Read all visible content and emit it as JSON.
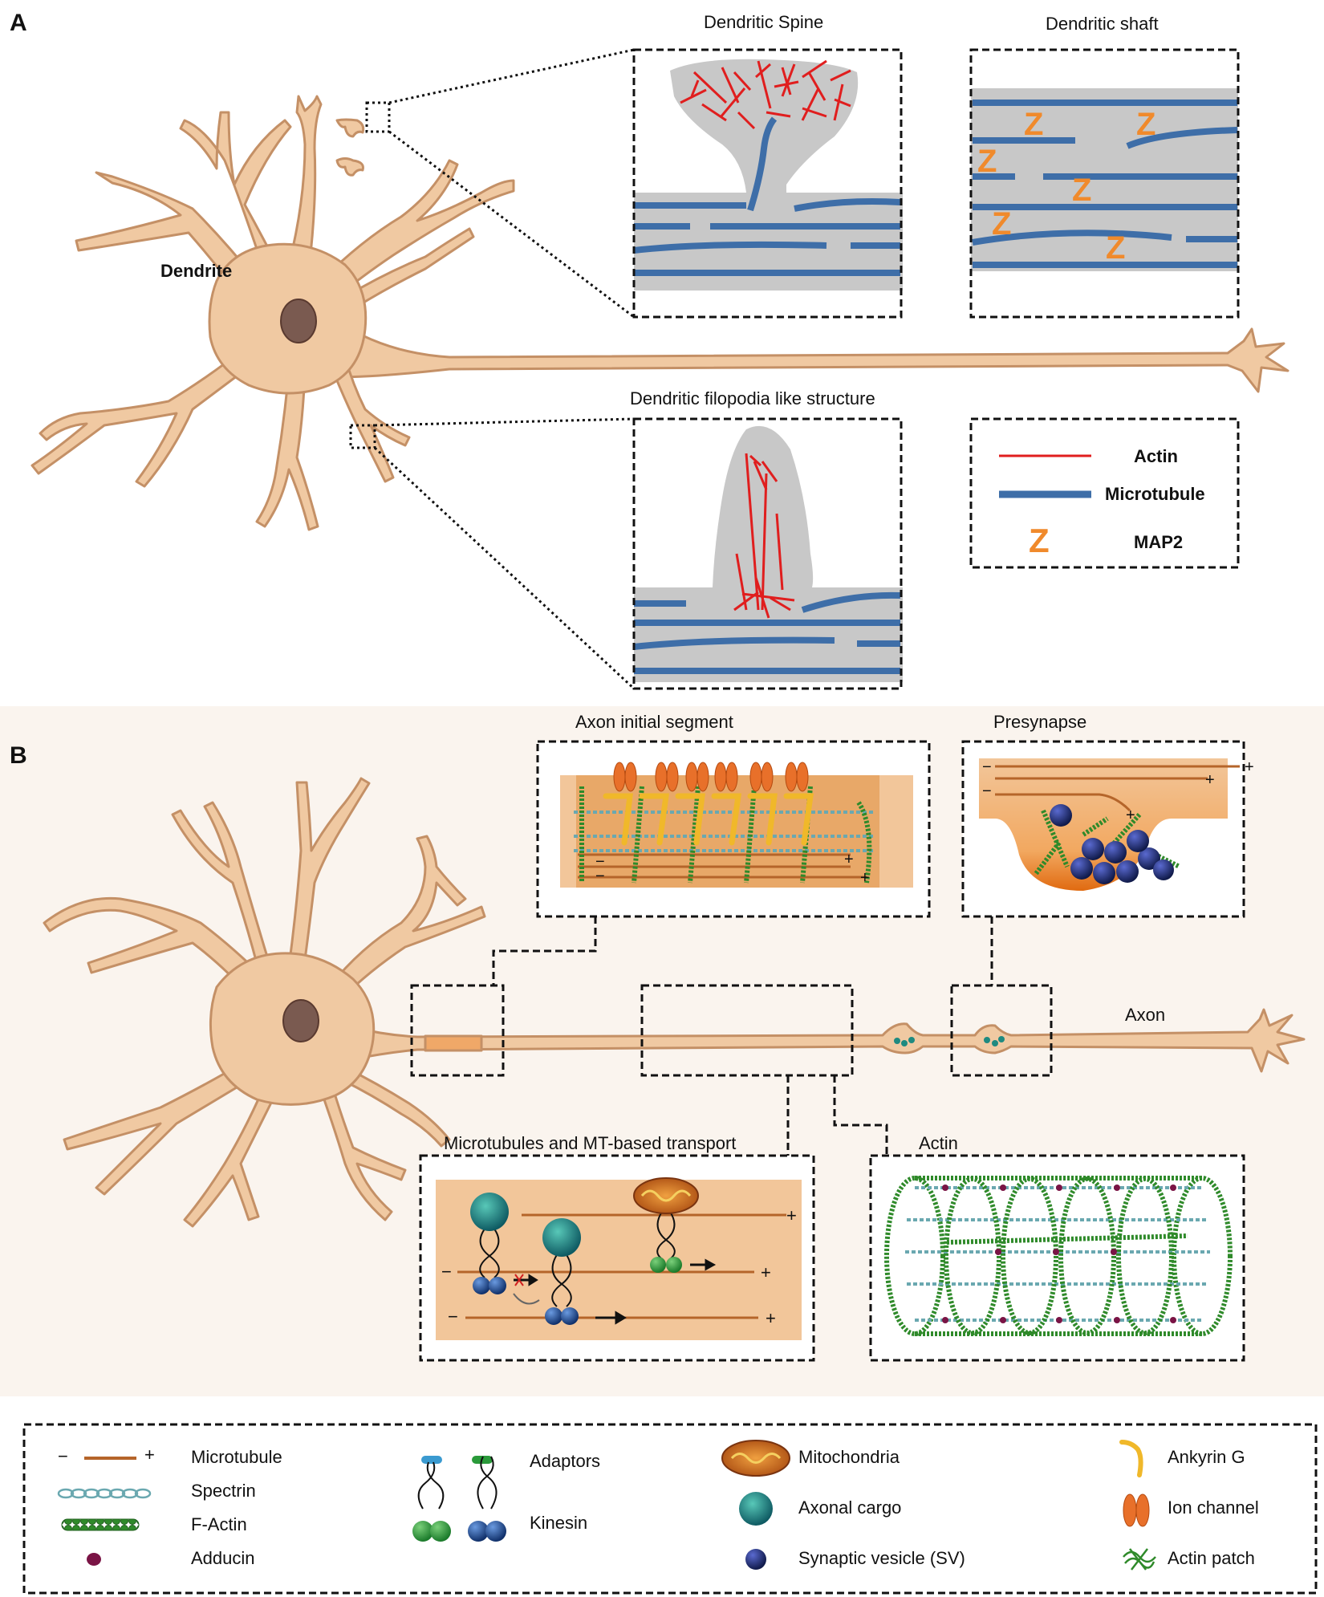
{
  "panels": {
    "a": {
      "letter": "A",
      "dendrite_label": "Dendrite",
      "insets": {
        "spine_title": "Dendritic Spine",
        "shaft_title": "Dendritic shaft",
        "filopodia_title": "Dendritic filopodia like structure"
      },
      "legend": {
        "actin": "Actin",
        "microtubule": "Microtubule",
        "map2": "MAP2",
        "map2_symbol": "Z"
      }
    },
    "b": {
      "letter": "B",
      "axon_label": "Axon",
      "insets": {
        "ais_title": "Axon initial segment",
        "presynapse_title": "Presynapse",
        "mt_title": "Microtubules and MT-based  transport",
        "actin_title": "Actin"
      }
    }
  },
  "legend": {
    "microtubule": "Microtubule",
    "spectrin": "Spectrin",
    "f_actin": "F-Actin",
    "adducin": "Adducin",
    "adaptors": "Adaptors",
    "kinesin": "Kinesin",
    "mitochondria": "Mitochondria",
    "axonal_cargo": "Axonal cargo",
    "synaptic_vesicle": "Synaptic vesicle (SV)",
    "ankyrin_g": "Ankyrin G",
    "ion_channel": "Ion channel",
    "actin_patch": "Actin patch",
    "minus_sign": "−",
    "plus_sign": "+"
  },
  "colors": {
    "neuron_fill": "#f0c9a2",
    "neuron_stroke": "#c49066",
    "nucleus": "#7a5a50",
    "inset_gray": "#c8c8c8",
    "actin_red": "#e01e1e",
    "microtubule_blue": "#3e6ea8",
    "map2_orange": "#f08a2c",
    "b_inset_bg": "#f2c69a",
    "mt_brown": "#b5652a",
    "spectrin_teal": "#6aa8b0",
    "factin_green": "#2f8a2a",
    "adducin_purple": "#7a1445",
    "kinesin_green": "#2a9a3a",
    "kinesin_blue": "#1f4f9a",
    "vesicle_navy": "#1c2a6a",
    "cargo_teal": "#1f8a80",
    "ion_channel_orange": "#e8702a",
    "ankyrin_yellow": "#f0b82a"
  },
  "icons": [
    "nucleus-icon",
    "microtubule-icon",
    "spectrin-icon",
    "f-actin-icon",
    "adducin-icon",
    "adaptor-icon",
    "kinesin-icon",
    "mitochondria-icon",
    "axonal-cargo-icon",
    "synaptic-vesicle-icon",
    "ankyrin-g-icon",
    "ion-channel-icon",
    "actin-patch-icon"
  ]
}
